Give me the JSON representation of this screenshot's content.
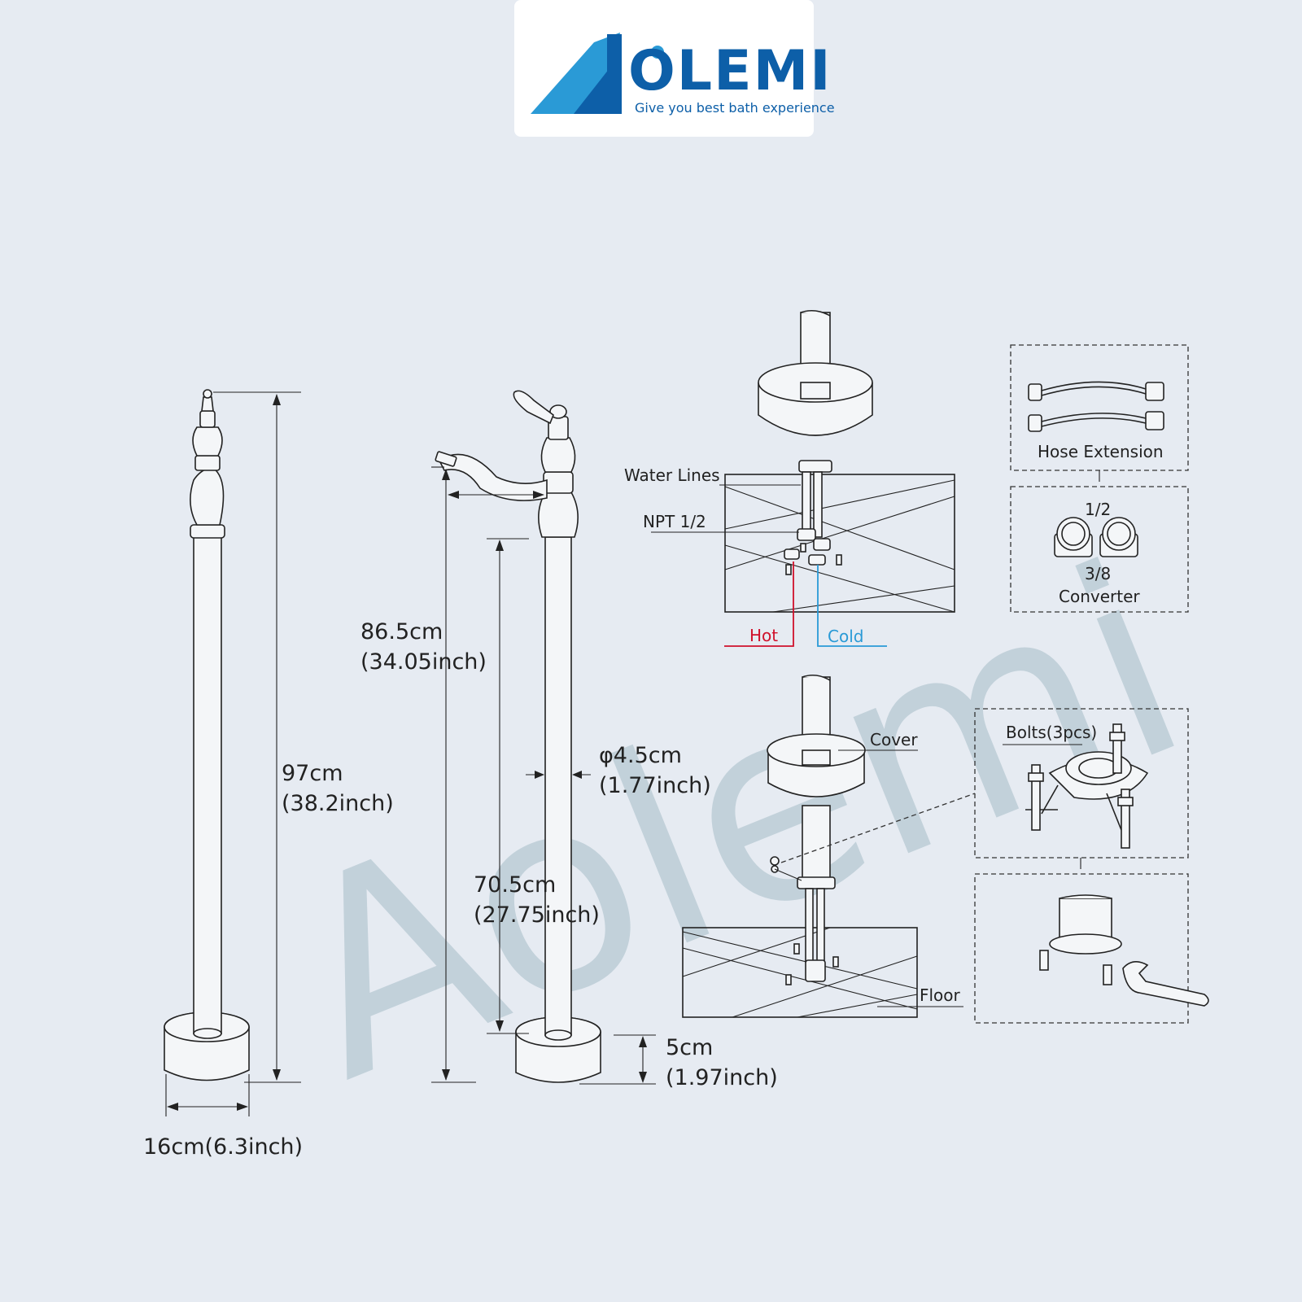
{
  "brand": {
    "name": "OLEMI",
    "tagline": "Give you best bath experience",
    "watermark": "Aolemi",
    "primary_color": "#0d5fa8",
    "accent_color": "#2a9ad6"
  },
  "dimensions": {
    "total_height": "97cm",
    "total_height_inch": "(38.2inch)",
    "spout_height": "86.5cm",
    "spout_height_inch": "(34.05inch)",
    "column_height": "70.5cm",
    "column_height_inch": "(27.75inch)",
    "pipe_diameter": "φ4.5cm",
    "pipe_diameter_inch": "(1.77inch)",
    "base_height": "5cm",
    "base_height_inch": "(1.97inch)",
    "base_width": "16cm(6.3inch)"
  },
  "install": {
    "water_lines": "Water Lines",
    "npt": "NPT 1/2",
    "hot": "Hot",
    "cold": "Cold",
    "hot_color": "#d0112b",
    "cold_color": "#2a9ad6",
    "cover": "Cover",
    "floor": "Floor"
  },
  "accessories": {
    "hose_extension": "Hose Extension",
    "converter_top": "1/2",
    "converter_bottom": "3/8",
    "converter": "Converter",
    "bolts": "Bolts(3pcs)"
  }
}
